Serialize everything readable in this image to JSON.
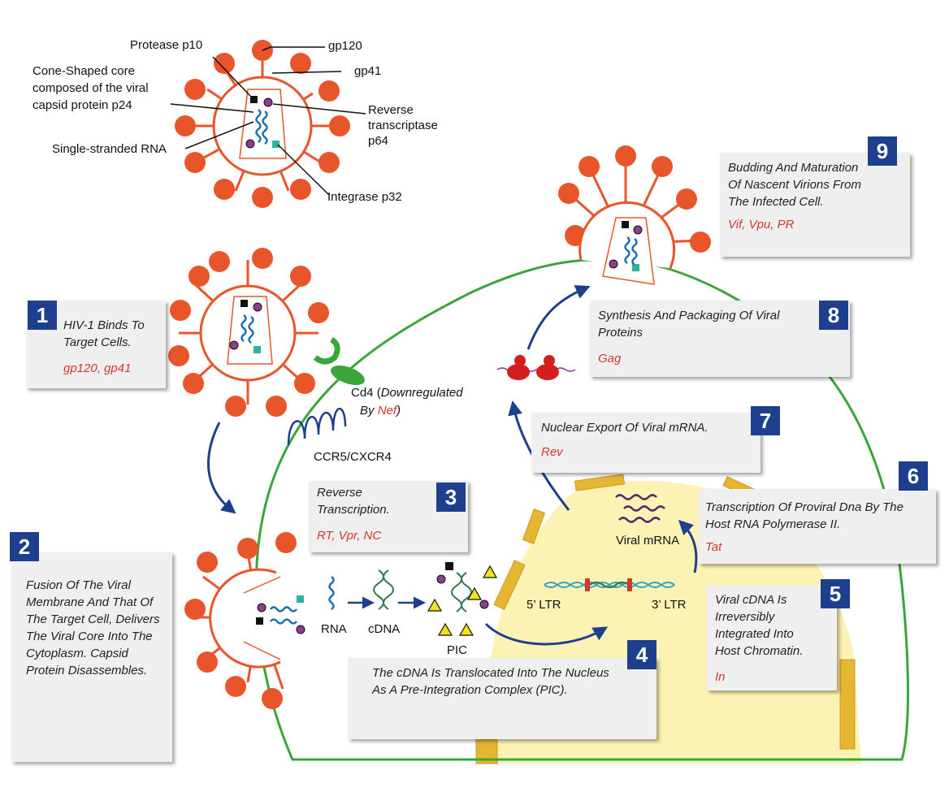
{
  "virion_labels": {
    "gp120": "gp120",
    "gp41": "gp41",
    "protease": "Protease p10",
    "core_line1": "Cone-Shaped core",
    "core_line2": "composed of the viral",
    "core_line3": "capsid protein p24",
    "rt_line1": "Reverse",
    "rt_line2": "transcriptase",
    "rt_line3": "p64",
    "ssrna": "Single-stranded RNA",
    "integrase": "Integrase p32"
  },
  "receptor_labels": {
    "cd4": "Cd4",
    "cd4_open": "(",
    "downregulated": "Downregulated",
    "by": "By",
    "nef": "Nef",
    "close": ")",
    "ccr5": "CCR5/CXCR4"
  },
  "process_labels": {
    "rna": "RNA",
    "cdna": "cDNA",
    "pic": "PIC",
    "ltr5": "5’ LTR",
    "ltr3": "3’ LTR",
    "viral_mrna": "Viral mRNA"
  },
  "steps": [
    {
      "number": "1",
      "desc": "HIV-1 Binds To Target Cells.",
      "proteins": "gp120, gp41"
    },
    {
      "number": "2",
      "desc": "Fusion Of The Viral Membrane And That Of The Target Cell, Delivers The Viral Core Into The Cytoplasm. Capsid Protein Disassembles.",
      "proteins": ""
    },
    {
      "number": "3",
      "desc": "Reverse Transcription.",
      "proteins": "RT, Vpr, NC"
    },
    {
      "number": "4",
      "desc": "The cDNA Is Translocated Into The Nucleus As A Pre-Integration Complex (PIC).",
      "proteins": ""
    },
    {
      "number": "5",
      "desc": "Viral cDNA Is Irreversibly Integrated Into Host Chromatin.",
      "proteins": "In"
    },
    {
      "number": "6",
      "desc": "Transcription Of Proviral Dna By The Host RNA Polymerase II.",
      "proteins": "Tat"
    },
    {
      "number": "7",
      "desc": "Nuclear Export Of Viral mRNA.",
      "proteins": "Rev"
    },
    {
      "number": "8",
      "desc": "Synthesis And Packaging Of Viral Proteins",
      "proteins": "Gag"
    },
    {
      "number": "9",
      "desc": "Budding And Maturation Of Nascent Virions From The Infected Cell.",
      "proteins": "Vif, Vpu, PR"
    }
  ],
  "colors": {
    "virus": "#e8552a",
    "cell_membrane": "#3aa63a",
    "nucleus": "#fbf2b3",
    "pore": "#e6b532",
    "arrow": "#1e3f8e",
    "rna": "#1d6fb0",
    "dna": "#3aa0c6",
    "step_box": "#efefef",
    "step_number": "#1e3f8e",
    "protein_text": "#d2382b"
  }
}
